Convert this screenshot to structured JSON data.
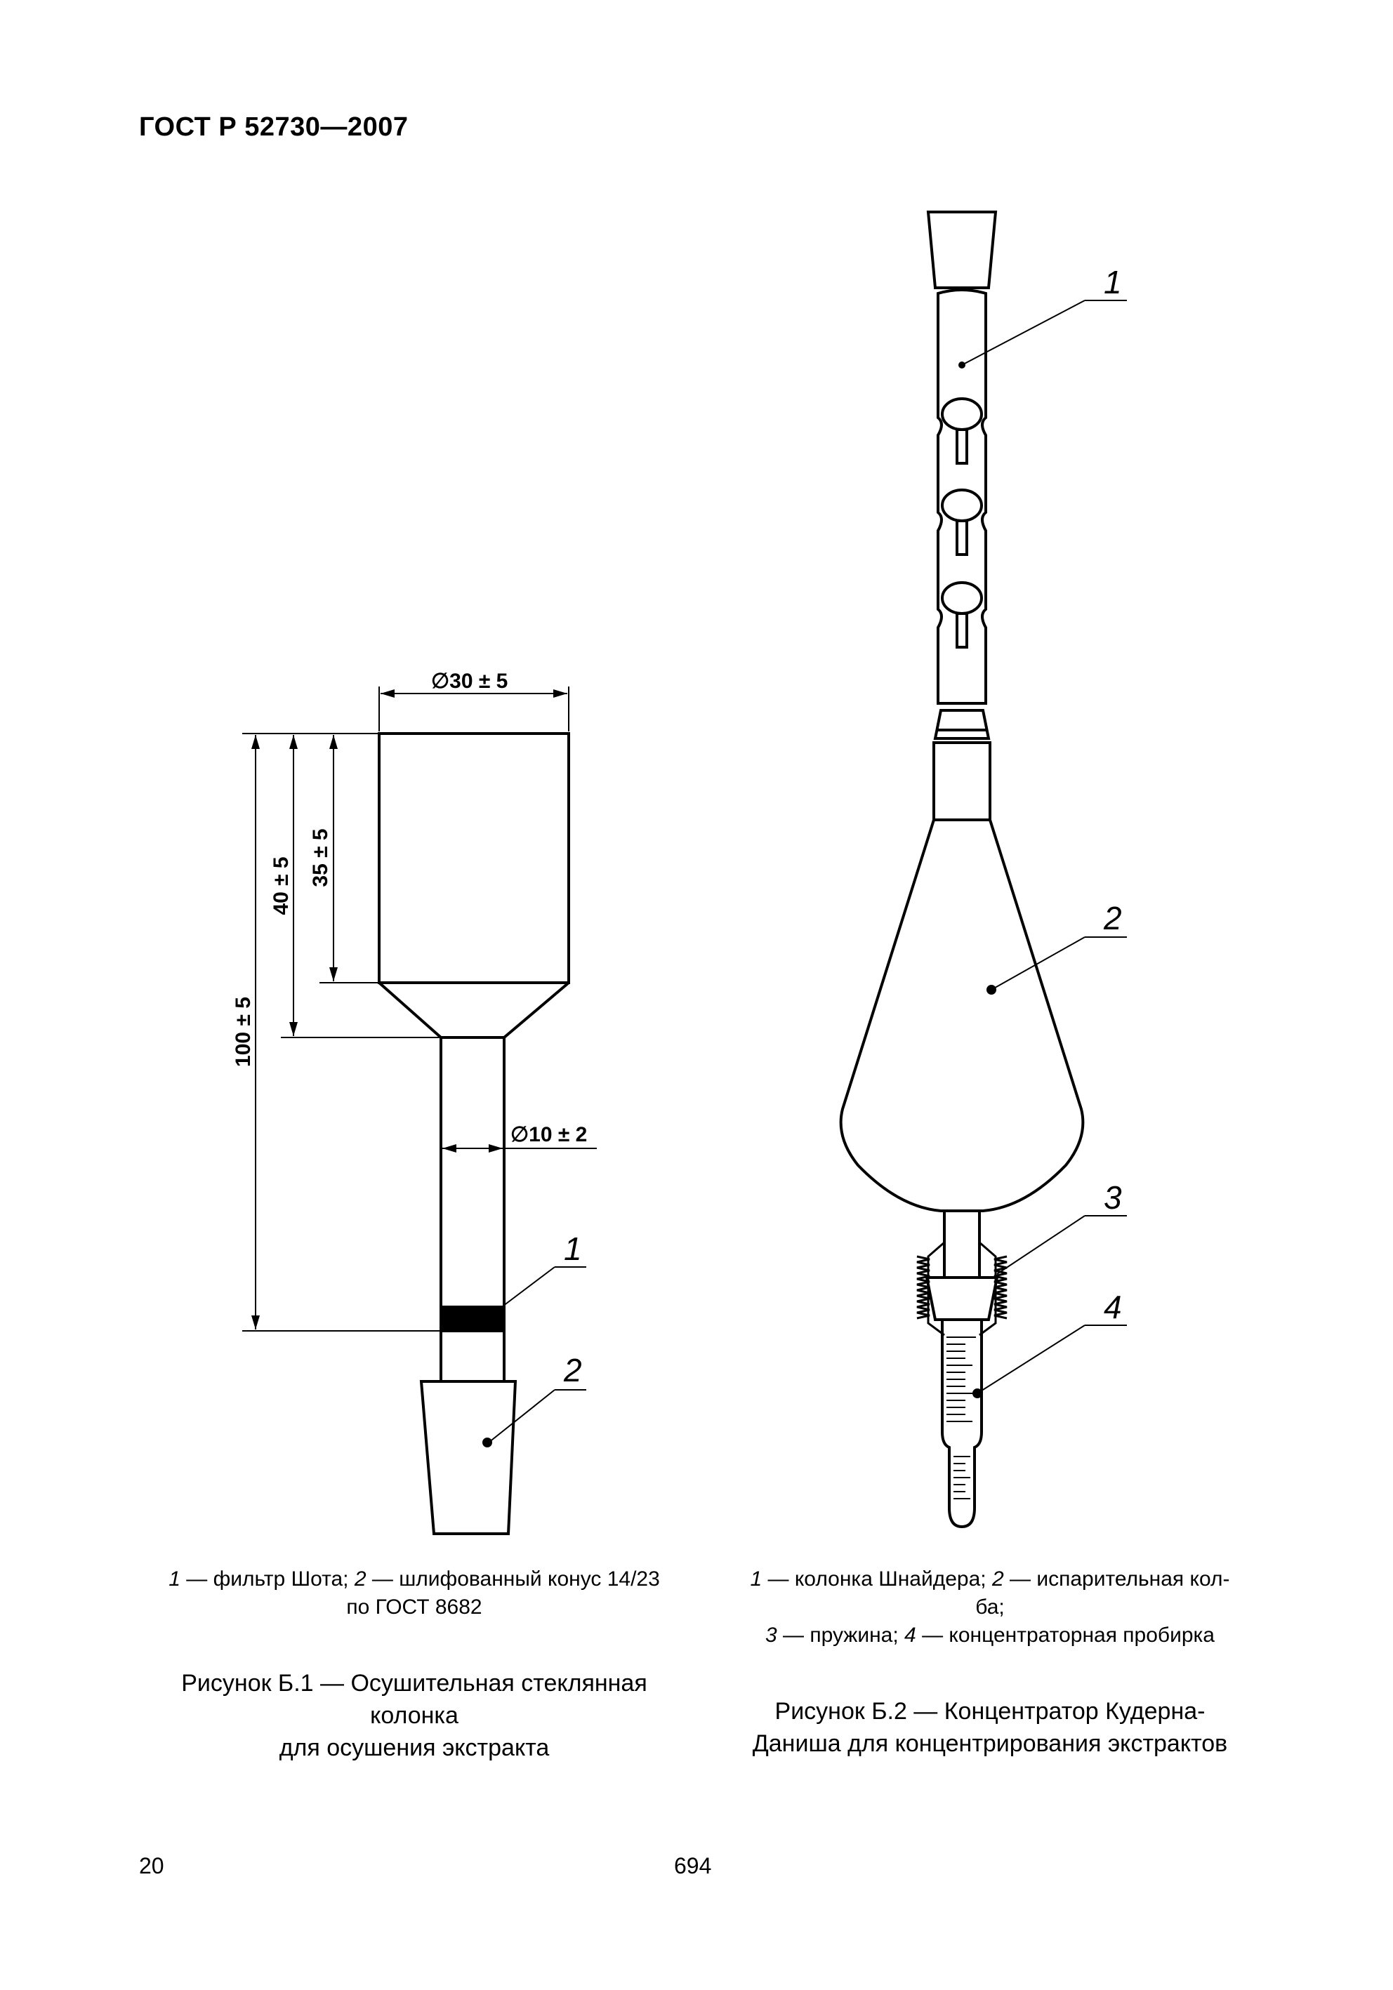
{
  "header": {
    "title": "ГОСТ Р 52730—2007"
  },
  "figure1": {
    "dimensions": {
      "top_diameter": "∅30 ± 5",
      "stem_diameter": "∅10 ± 2",
      "dim_35": "35 ± 5",
      "dim_40": "40 ± 5",
      "dim_100": "100 ± 5"
    },
    "callouts": {
      "c1": "1",
      "c2": "2"
    },
    "legend": {
      "line1_n1": "1",
      "line1_t1": " — фильтр Шота; ",
      "line1_n2": "2",
      "line1_t2": " — шлифованный конус 14/23",
      "line2": "по ГОСТ 8682"
    },
    "title": {
      "line1": "Рисунок Б.1 — Осушительная стеклянная",
      "line2": "колонка",
      "line3": "для осушения экстракта"
    }
  },
  "figure2": {
    "callouts": {
      "c1": "1",
      "c2": "2",
      "c3": "3",
      "c4": "4"
    },
    "legend": {
      "line1_n1": "1",
      "line1_t1": " — колонка Шнайдера; ",
      "line1_n2": "2",
      "line1_t2": " — испарительная кол-",
      "line2": "ба;",
      "line3_n1": "3",
      "line3_t1": " — пружина; ",
      "line3_n2": "4",
      "line3_t2": " — концентраторная пробирка"
    },
    "title": {
      "line1": "Рисунок Б.2 — Концентратор Кудерна-",
      "line2": "Даниша для концентрирования экстрактов"
    }
  },
  "footer": {
    "page_number": "20",
    "center_number": "694"
  }
}
